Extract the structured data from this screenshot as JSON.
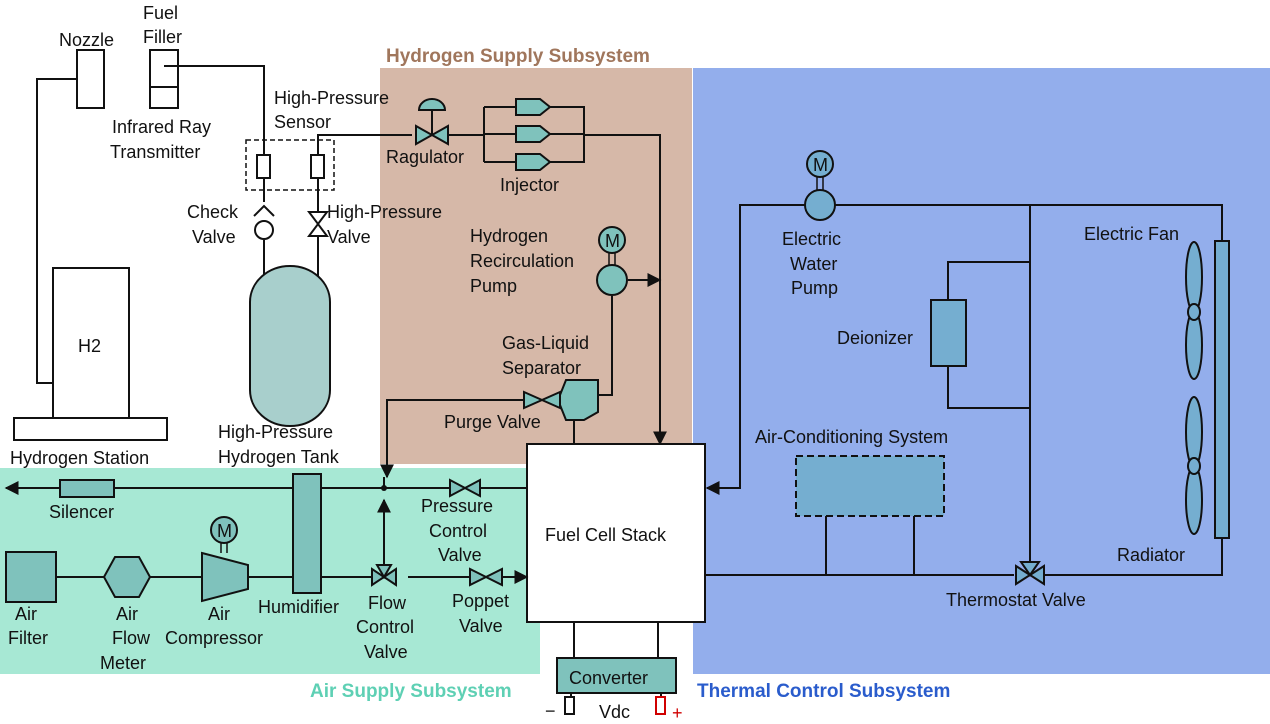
{
  "colors": {
    "hydrogen_region": "#d6b8a8",
    "thermal_region": "#93aeec",
    "air_region": "#a7e8d4",
    "hydrogen_title": "#a0765c",
    "thermal_title": "#2a5ccc",
    "air_title": "#5ed0b4",
    "component_fill": "#7fc2bc",
    "tank_fill": "#a8cfcc",
    "thermal_component_fill": "#75aed0",
    "plus_terminal": "#d00000"
  },
  "subsystems": {
    "hydrogen": "Hydrogen Supply Subsystem",
    "thermal": "Thermal Control Subsystem",
    "air": "Air Supply Subsystem"
  },
  "labels": {
    "nozzle": "Nozzle",
    "fuel_filler_1": "Fuel",
    "fuel_filler_2": "Filler",
    "infrared_1": "Infrared Ray",
    "infrared_2": "Transmitter",
    "hp_sensor_1": "High-Pressure",
    "hp_sensor_2": "Sensor",
    "regulator": "Ragulator",
    "injector": "Injector",
    "check_valve_1": "Check",
    "check_valve_2": "Valve",
    "hp_valve_1": "High-Pressure",
    "hp_valve_2": "Valve",
    "h2": "H2",
    "hydrogen_station": "Hydrogen Station",
    "hp_tank_1": "High-Pressure",
    "hp_tank_2": "Hydrogen Tank",
    "recirc_1": "Hydrogen",
    "recirc_2": "Recirculation",
    "recirc_3": "Pump",
    "separator_1": "Gas-Liquid",
    "separator_2": "Separator",
    "purge_valve": "Purge Valve",
    "motor": "M",
    "ewp_1": "Electric",
    "ewp_2": "Water",
    "ewp_3": "Pump",
    "electric_fan": "Electric Fan",
    "deionizer": "Deionizer",
    "ac_system": "Air-Conditioning System",
    "radiator": "Radiator",
    "thermostat_valve": "Thermostat Valve",
    "fuel_cell_stack": "Fuel Cell Stack",
    "converter": "Converter",
    "vdc": "Vdc",
    "minus": "−",
    "plus": "+",
    "silencer": "Silencer",
    "pcv_1": "Pressure",
    "pcv_2": "Control",
    "pcv_3": "Valve",
    "air_filter_1": "Air",
    "air_filter_2": "Filter",
    "afm_1": "Air",
    "afm_2": "Flow",
    "afm_3": "Meter",
    "compressor_1": "Air",
    "compressor_2": "Compressor",
    "humidifier": "Humidifier",
    "fcv_1": "Flow",
    "fcv_2": "Control",
    "fcv_3": "Valve",
    "poppet_1": "Poppet",
    "poppet_2": "Valve"
  }
}
